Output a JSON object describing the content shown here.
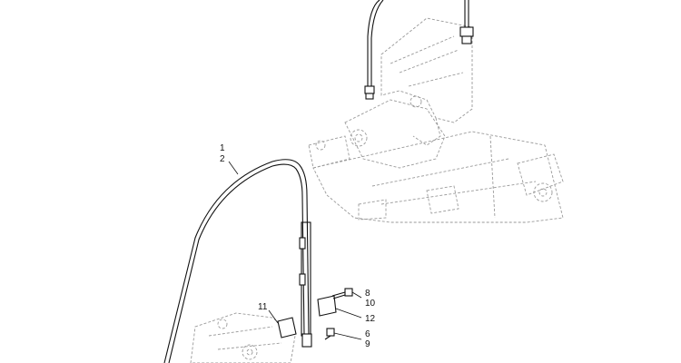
{
  "callouts": {
    "c1": "1",
    "c2": "2",
    "c8": "8",
    "c10": "10",
    "c11": "11",
    "c12": "12",
    "c6": "6",
    "c9": "9"
  },
  "colors": {
    "part_stroke": "#111111",
    "ghost_stroke": "#9a9a9a",
    "background": "#ffffff"
  }
}
